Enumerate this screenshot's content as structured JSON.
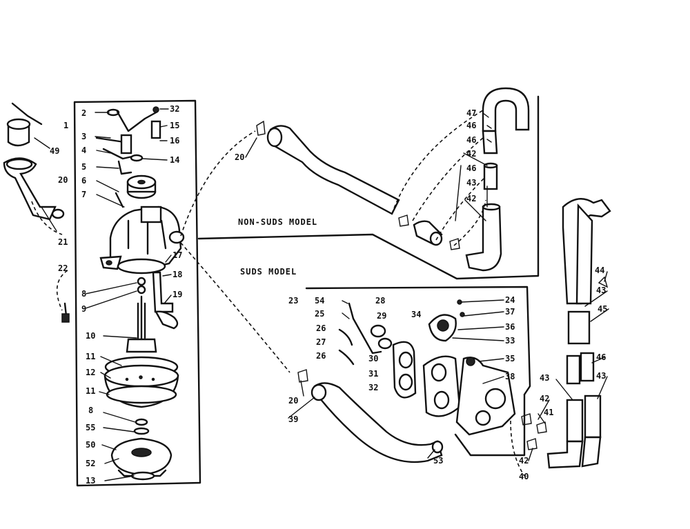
{
  "headings": {
    "non_suds": "NON-SUDS MODEL",
    "suds": "SUDS MODEL"
  },
  "labels": {
    "p1": "1",
    "p2": "2",
    "p3": "3",
    "p4": "4",
    "p5": "5",
    "p6": "6",
    "p7": "7",
    "p8": "8",
    "p9": "9",
    "p10": "10",
    "p11a": "11",
    "p11b": "11",
    "p12": "12",
    "p13": "13",
    "p14": "14",
    "p15": "15",
    "p16": "16",
    "p17": "17",
    "p18": "18",
    "p19": "19",
    "p20a": "20",
    "p20b": "20",
    "p20c": "20",
    "p21": "21",
    "p22": "22",
    "p23": "23",
    "p24": "24",
    "p25": "25",
    "p26a": "26",
    "p26b": "26",
    "p27": "27",
    "p28": "28",
    "p29": "29",
    "p30": "30",
    "p31": "31",
    "p32a": "32",
    "p32b": "32",
    "p33": "33",
    "p34": "34",
    "p35": "35",
    "p36": "36",
    "p37": "37",
    "p38": "38",
    "p39": "39",
    "p40": "40",
    "p41": "41",
    "p42a": "42",
    "p42b": "42",
    "p42c": "42",
    "p42d": "42",
    "p43a": "43",
    "p43b": "43",
    "p43c": "43",
    "p43d": "43",
    "p44": "44",
    "p45": "45",
    "p46a": "46",
    "p46b": "46",
    "p46c": "46",
    "p46d": "46",
    "p47": "47",
    "p49": "49",
    "p50": "50",
    "p52": "52",
    "p53": "53",
    "p54": "54",
    "p55": "55",
    "p8b": "8"
  }
}
